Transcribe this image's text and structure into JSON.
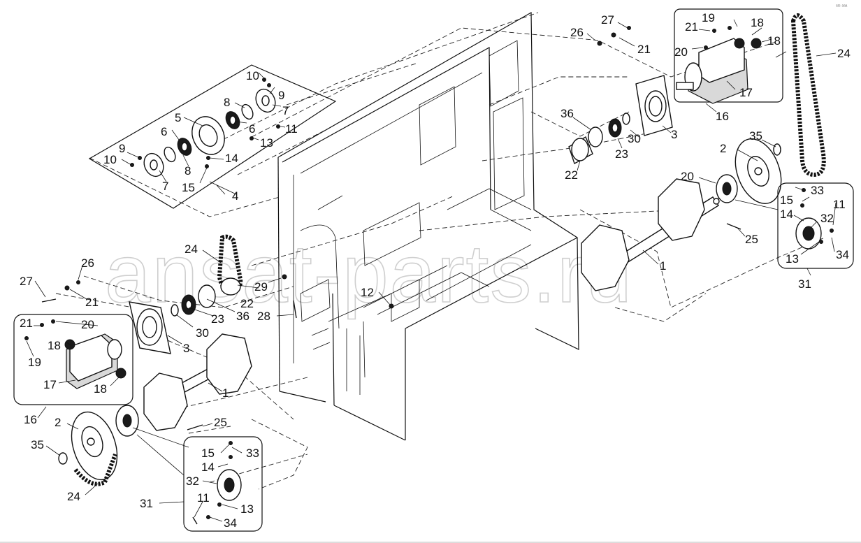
{
  "watermark": "ansat-parts.ru",
  "corner_mark": "ᵃᵗˢ ᵃᵃᵃ",
  "callouts": [
    {
      "id": "c-10a",
      "text": "10"
    },
    {
      "id": "c-9a",
      "text": "9"
    },
    {
      "id": "c-8a",
      "text": "8"
    },
    {
      "id": "c-7a",
      "text": "7"
    },
    {
      "id": "c-5",
      "text": "5"
    },
    {
      "id": "c-6a",
      "text": "6"
    },
    {
      "id": "c-6b",
      "text": "6"
    },
    {
      "id": "c-11a",
      "text": "11"
    },
    {
      "id": "c-13a",
      "text": "13"
    },
    {
      "id": "c-9b",
      "text": "9"
    },
    {
      "id": "c-10b",
      "text": "10"
    },
    {
      "id": "c-8b",
      "text": "8"
    },
    {
      "id": "c-14a",
      "text": "14"
    },
    {
      "id": "c-7b",
      "text": "7"
    },
    {
      "id": "c-15a",
      "text": "15"
    },
    {
      "id": "c-4",
      "text": "4"
    },
    {
      "id": "c-27a",
      "text": "27"
    },
    {
      "id": "c-26a",
      "text": "26"
    },
    {
      "id": "c-21a",
      "text": "21"
    },
    {
      "id": "c-21b",
      "text": "21"
    },
    {
      "id": "c-19a",
      "text": "19"
    },
    {
      "id": "c-18a",
      "text": "18"
    },
    {
      "id": "c-18b",
      "text": "18"
    },
    {
      "id": "c-20a",
      "text": "20"
    },
    {
      "id": "c-17a",
      "text": "17"
    },
    {
      "id": "c-16a",
      "text": "16"
    },
    {
      "id": "c-24a",
      "text": "24"
    },
    {
      "id": "c-36a",
      "text": "36"
    },
    {
      "id": "c-30a",
      "text": "30"
    },
    {
      "id": "c-3a",
      "text": "3"
    },
    {
      "id": "c-23a",
      "text": "23"
    },
    {
      "id": "c-22a",
      "text": "22"
    },
    {
      "id": "c-2a",
      "text": "2"
    },
    {
      "id": "c-35a",
      "text": "35"
    },
    {
      "id": "c-20b",
      "text": "20"
    },
    {
      "id": "c-15b",
      "text": "15"
    },
    {
      "id": "c-33a",
      "text": "33"
    },
    {
      "id": "c-11b",
      "text": "11"
    },
    {
      "id": "c-14b",
      "text": "14"
    },
    {
      "id": "c-32a",
      "text": "32"
    },
    {
      "id": "c-25a",
      "text": "25"
    },
    {
      "id": "c-13b",
      "text": "13"
    },
    {
      "id": "c-34a",
      "text": "34"
    },
    {
      "id": "c-31a",
      "text": "31"
    },
    {
      "id": "c-1a",
      "text": "1"
    },
    {
      "id": "c-24b",
      "text": "24"
    },
    {
      "id": "c-29",
      "text": "29"
    },
    {
      "id": "c-22b",
      "text": "22"
    },
    {
      "id": "c-36b",
      "text": "36"
    },
    {
      "id": "c-12",
      "text": "12"
    },
    {
      "id": "c-28",
      "text": "28"
    },
    {
      "id": "c-23b",
      "text": "23"
    },
    {
      "id": "c-30b",
      "text": "30"
    },
    {
      "id": "c-27b",
      "text": "27"
    },
    {
      "id": "c-26b",
      "text": "26"
    },
    {
      "id": "c-21c",
      "text": "21"
    },
    {
      "id": "c-21d",
      "text": "21"
    },
    {
      "id": "c-20c",
      "text": "20"
    },
    {
      "id": "c-18c",
      "text": "18"
    },
    {
      "id": "c-19b",
      "text": "19"
    },
    {
      "id": "c-3b",
      "text": "3"
    },
    {
      "id": "c-17b",
      "text": "17"
    },
    {
      "id": "c-18d",
      "text": "18"
    },
    {
      "id": "c-1b",
      "text": "1"
    },
    {
      "id": "c-16b",
      "text": "16"
    },
    {
      "id": "c-2b",
      "text": "2"
    },
    {
      "id": "c-25b",
      "text": "25"
    },
    {
      "id": "c-35b",
      "text": "35"
    },
    {
      "id": "c-15c",
      "text": "15"
    },
    {
      "id": "c-33b",
      "text": "33"
    },
    {
      "id": "c-14c",
      "text": "14"
    },
    {
      "id": "c-32b",
      "text": "32"
    },
    {
      "id": "c-24c",
      "text": "24"
    },
    {
      "id": "c-31b",
      "text": "31"
    },
    {
      "id": "c-11c",
      "text": "11"
    },
    {
      "id": "c-13c",
      "text": "13"
    },
    {
      "id": "c-34b",
      "text": "34"
    }
  ]
}
